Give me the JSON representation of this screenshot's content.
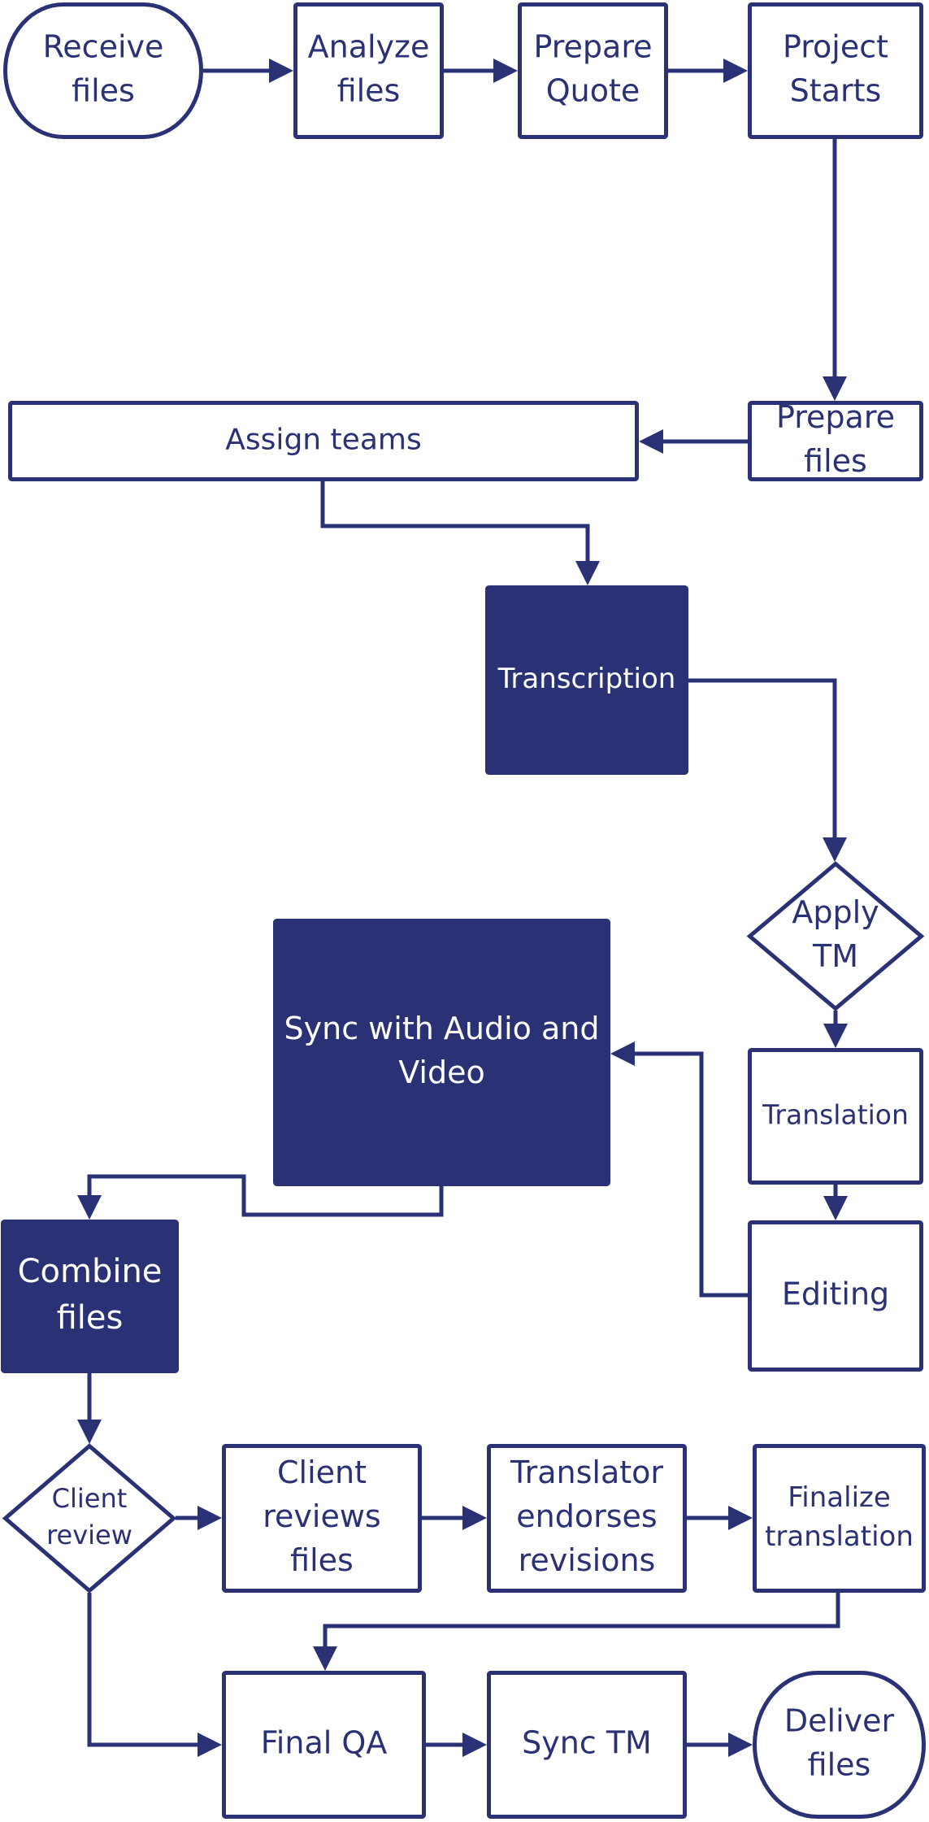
{
  "diagram": {
    "type": "flowchart",
    "colors": {
      "primary": "#2a3174",
      "background": "#ffffff",
      "inverse_text": "#ffffff"
    },
    "nodes": [
      {
        "id": "receive",
        "shape": "terminator",
        "filled": false,
        "lines": [
          "Receive",
          "files"
        ]
      },
      {
        "id": "analyze",
        "shape": "process",
        "filled": false,
        "lines": [
          "Analyze",
          "files"
        ]
      },
      {
        "id": "quote",
        "shape": "process",
        "filled": false,
        "lines": [
          "Prepare",
          "Quote"
        ]
      },
      {
        "id": "starts",
        "shape": "process",
        "filled": false,
        "lines": [
          "Project",
          "Starts"
        ]
      },
      {
        "id": "prepfiles",
        "shape": "process",
        "filled": false,
        "lines": [
          "Prepare",
          "files"
        ]
      },
      {
        "id": "assign",
        "shape": "process",
        "filled": false,
        "lines": [
          "Assign teams"
        ]
      },
      {
        "id": "transcr",
        "shape": "process",
        "filled": true,
        "lines": [
          "Transcription"
        ]
      },
      {
        "id": "applytm",
        "shape": "decision",
        "filled": false,
        "lines": [
          "Apply",
          "TM"
        ]
      },
      {
        "id": "transl",
        "shape": "process",
        "filled": false,
        "lines": [
          "Translation"
        ]
      },
      {
        "id": "editing",
        "shape": "process",
        "filled": false,
        "lines": [
          "Editing"
        ]
      },
      {
        "id": "sync",
        "shape": "process",
        "filled": true,
        "lines": [
          "Sync with Audio and",
          "Video"
        ]
      },
      {
        "id": "combine",
        "shape": "process",
        "filled": true,
        "lines": [
          "Combine",
          "files"
        ]
      },
      {
        "id": "creview",
        "shape": "decision",
        "filled": false,
        "lines": [
          "Client",
          "review"
        ]
      },
      {
        "id": "crfiles",
        "shape": "process",
        "filled": false,
        "lines": [
          "Client",
          "reviews",
          "files"
        ]
      },
      {
        "id": "endorse",
        "shape": "process",
        "filled": false,
        "lines": [
          "Translator",
          "endorses",
          "revisions"
        ]
      },
      {
        "id": "finalize",
        "shape": "process",
        "filled": false,
        "lines": [
          "Finalize",
          "translation"
        ]
      },
      {
        "id": "finalqa",
        "shape": "process",
        "filled": false,
        "lines": [
          "Final QA"
        ]
      },
      {
        "id": "synctm",
        "shape": "process",
        "filled": false,
        "lines": [
          "Sync TM"
        ]
      },
      {
        "id": "deliver",
        "shape": "terminator",
        "filled": false,
        "lines": [
          "Deliver",
          "files"
        ]
      }
    ],
    "edges": [
      {
        "from": "receive",
        "to": "analyze"
      },
      {
        "from": "analyze",
        "to": "quote"
      },
      {
        "from": "quote",
        "to": "starts"
      },
      {
        "from": "starts",
        "to": "prepfiles"
      },
      {
        "from": "prepfiles",
        "to": "assign"
      },
      {
        "from": "assign",
        "to": "transcr"
      },
      {
        "from": "transcr",
        "to": "applytm"
      },
      {
        "from": "applytm",
        "to": "transl"
      },
      {
        "from": "transl",
        "to": "editing"
      },
      {
        "from": "editing",
        "to": "sync"
      },
      {
        "from": "sync",
        "to": "combine"
      },
      {
        "from": "combine",
        "to": "creview"
      },
      {
        "from": "creview",
        "to": "crfiles"
      },
      {
        "from": "crfiles",
        "to": "endorse"
      },
      {
        "from": "endorse",
        "to": "finalize"
      },
      {
        "from": "finalize",
        "to": "finalqa"
      },
      {
        "from": "creview",
        "to": "finalqa"
      },
      {
        "from": "finalqa",
        "to": "synctm"
      },
      {
        "from": "synctm",
        "to": "deliver"
      }
    ]
  }
}
